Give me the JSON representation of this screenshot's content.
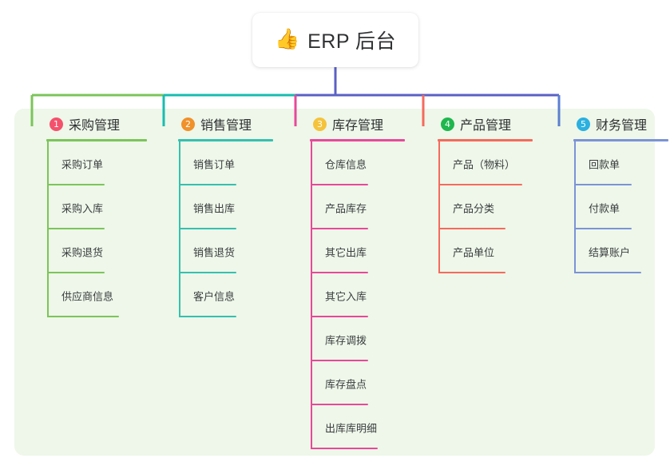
{
  "root": {
    "emoji": "👍",
    "emoji_name": "thumbs-up-icon",
    "title": "ERP 后台"
  },
  "theme": {
    "panel_bg": "#eef7e9",
    "root_bg": "#ffffff",
    "root_text": "#303133",
    "trunk": "#5b61c4",
    "text": "#3a3d40"
  },
  "columns": [
    {
      "index": "1",
      "title": "采购管理",
      "badge_color": "#f4516c",
      "line_color": "#7cc45a",
      "connector_color": "#7cc45a",
      "rule_width": 126,
      "items": [
        {
          "label": "采购订单",
          "rule_width": 72
        },
        {
          "label": "采购入库",
          "rule_width": 72
        },
        {
          "label": "采购退货",
          "rule_width": 72
        },
        {
          "label": "供应商信息",
          "rule_width": 90
        }
      ]
    },
    {
      "index": "2",
      "title": "销售管理",
      "badge_color": "#f0912a",
      "line_color": "#35c0b0",
      "connector_color": "#18bcb0",
      "rule_width": 119,
      "items": [
        {
          "label": "销售订单",
          "rule_width": 72
        },
        {
          "label": "销售出库",
          "rule_width": 72
        },
        {
          "label": "销售退货",
          "rule_width": 72
        },
        {
          "label": "客户信息",
          "rule_width": 72
        }
      ]
    },
    {
      "index": "3",
      "title": "库存管理",
      "badge_color": "#f5c33b",
      "line_color": "#e8489a",
      "connector_color": "#e8489a",
      "rule_width": 119,
      "items": [
        {
          "label": "仓库信息",
          "rule_width": 72
        },
        {
          "label": "产品库存",
          "rule_width": 72
        },
        {
          "label": "其它出库",
          "rule_width": 72
        },
        {
          "label": "其它入库",
          "rule_width": 72
        },
        {
          "label": "库存调拨",
          "rule_width": 72
        },
        {
          "label": "库存盘点",
          "rule_width": 72
        },
        {
          "label": "出库库明细",
          "rule_width": 84
        }
      ]
    },
    {
      "index": "4",
      "title": "产品管理",
      "badge_color": "#1fb74e",
      "line_color": "#f56a5d",
      "connector_color": "#f56a5d",
      "rule_width": 119,
      "items": [
        {
          "label": "产品（物料）",
          "rule_width": 105
        },
        {
          "label": "产品分类",
          "rule_width": 84
        },
        {
          "label": "产品单位",
          "rule_width": 84
        }
      ]
    },
    {
      "index": "5",
      "title": "财务管理",
      "badge_color": "#2bb0e0",
      "line_color": "#7b93d6",
      "connector_color": "#5b7fd1",
      "rule_width": 119,
      "items": [
        {
          "label": "回款单",
          "rule_width": 72
        },
        {
          "label": "付款单",
          "rule_width": 72
        },
        {
          "label": "结算账户",
          "rule_width": 84
        }
      ]
    }
  ]
}
